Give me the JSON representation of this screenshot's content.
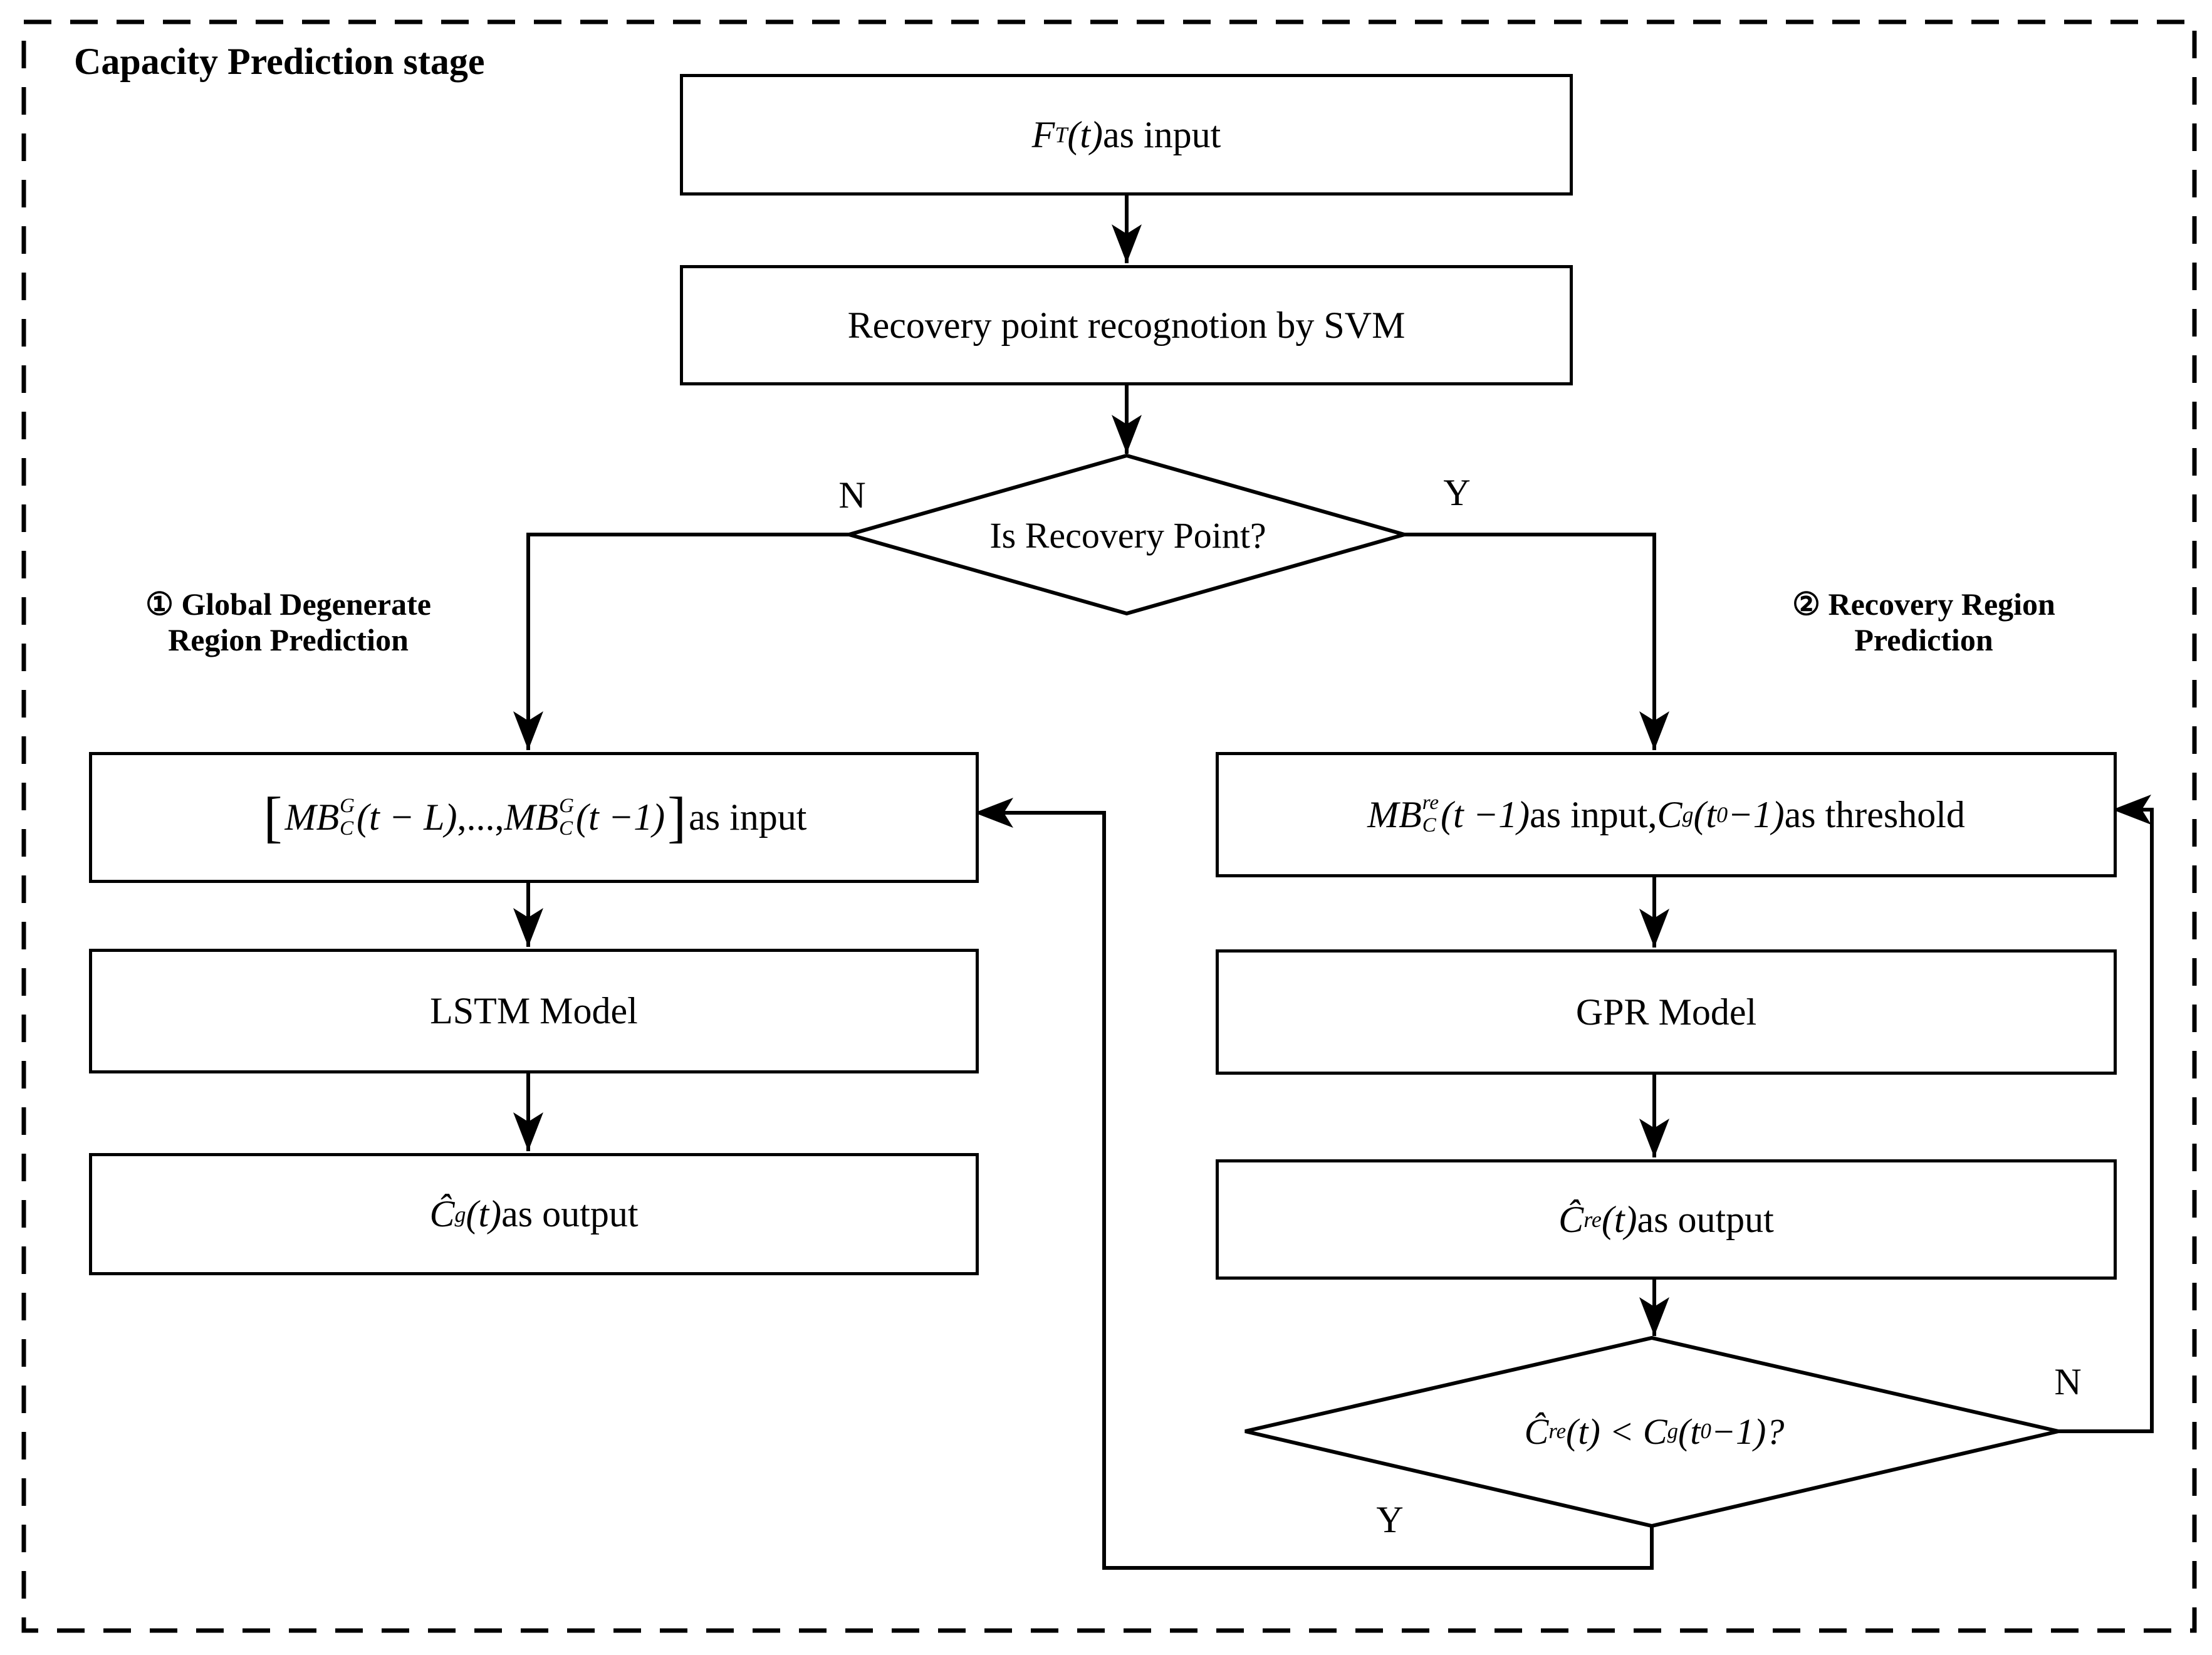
{
  "title": "Capacity Prediction stage",
  "colors": {
    "line": "#000000",
    "background": "#ffffff"
  },
  "nodes": {
    "ft_input": {
      "var": "F",
      "var_sub": "T",
      "args": "(t)",
      "tail": " as input"
    },
    "svm": {
      "label": "Recovery point recognotion by SVM"
    },
    "decision_recovery": {
      "question": "Is Recovery Point?",
      "branch_no": "N",
      "branch_yes": "Y"
    },
    "section_global": {
      "line1": "① Global Degenerate",
      "line2": "Region Prediction"
    },
    "section_recovery": {
      "line1": "② Recovery Region",
      "line2": "Prediction"
    },
    "lstm_input": {
      "bracket_open": "[",
      "mb1": "MB",
      "mb1_sup": "G",
      "mb1_sub": "C",
      "args1": "(t − L)",
      "dots": ",...,",
      "mb2": "MB",
      "mb2_sup": "G",
      "mb2_sub": "C",
      "args2": "(t −1)",
      "bracket_close": "]",
      "tail": " as input"
    },
    "lstm_model": {
      "label": "LSTM Model"
    },
    "cg_output": {
      "var": "Ĉ",
      "var_sub": "g",
      "args": "(t)",
      "tail": " as output"
    },
    "gpr_input": {
      "mb": "MB",
      "mb_sup": "re",
      "mb_sub": "C",
      "args1": "(t −1)",
      "mid": " as input, ",
      "var2": "C",
      "var2_sub": "g",
      "args2_open": "(t",
      "t0_sub": "0",
      "args2_close": " −1)",
      "tail": "as threshold"
    },
    "gpr_model": {
      "label": "GPR Model"
    },
    "cre_output": {
      "var": "Ĉ",
      "var_sub": "re",
      "args": "(t)",
      "tail": " as output"
    },
    "decision_threshold": {
      "var": "Ĉ",
      "var_sub": "re",
      "mid": "(t) < C",
      "var2_sub": "g",
      "args_open": "(t",
      "t0_sub": "0",
      "args_close": " −1)?",
      "branch_yes": "Y",
      "branch_no": "N"
    }
  }
}
